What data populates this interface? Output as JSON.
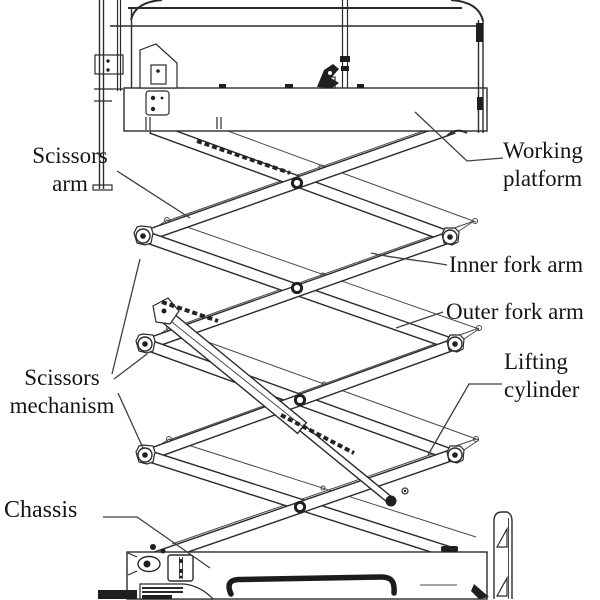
{
  "figure": {
    "background": "#ffffff",
    "line_color": "#2b2b2b",
    "label_color": "#151515"
  },
  "labels": {
    "scissors_arm": "Scissors\narm",
    "working_platform": "Working\nplatform",
    "inner_fork_arm": "Inner fork arm",
    "outer_fork_arm": "Outer fork arm",
    "lifting_cylinder": "Lifting\ncylinder",
    "scissors_mechanism": "Scissors\nmechanism",
    "chassis": "Chassis"
  }
}
